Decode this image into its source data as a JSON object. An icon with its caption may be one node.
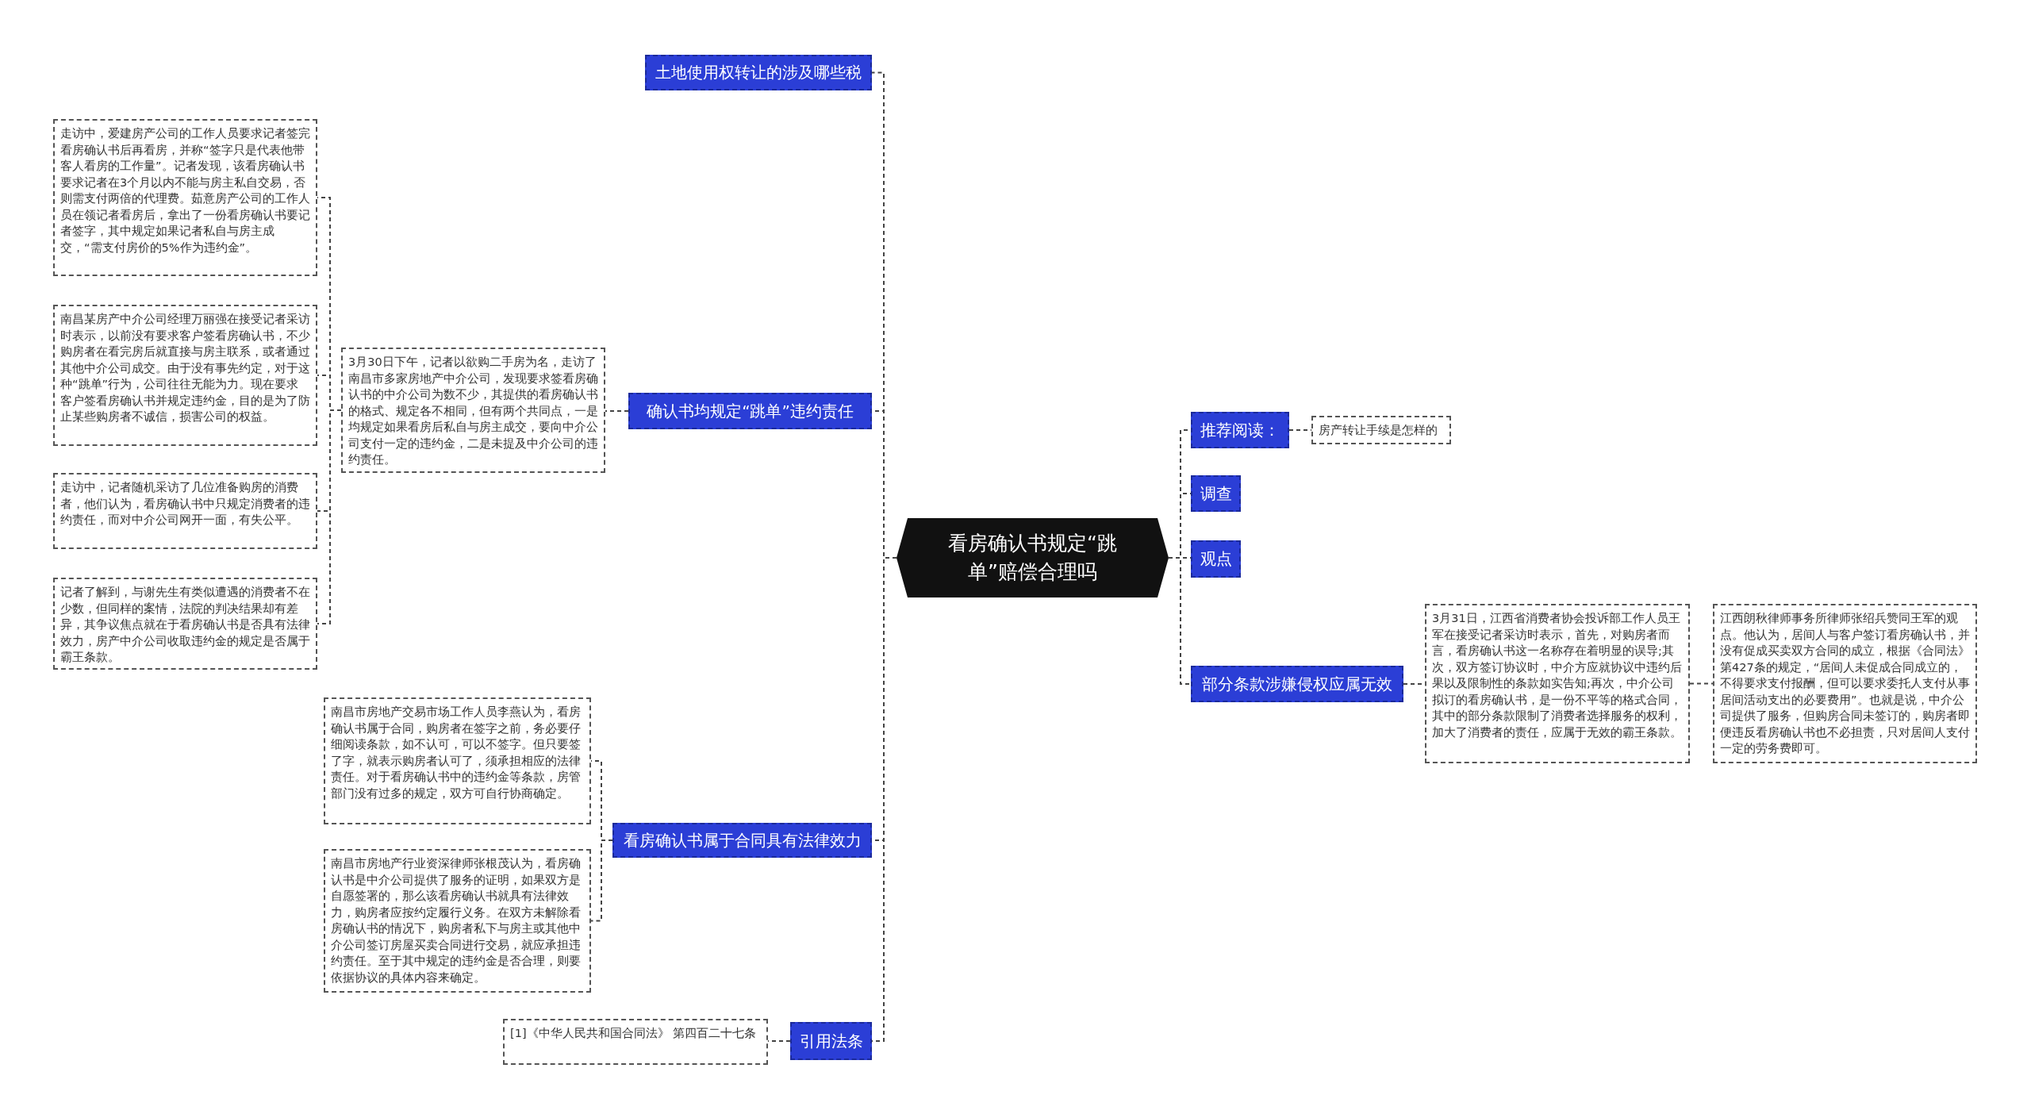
{
  "diagram": {
    "nodes": [
      {
        "text": [
          "看房确认书规定“跳单”赔偿合理吗"
        ]
      },
      {
        "text": [
          "土地使用权转让的涉及哪些税"
        ]
      },
      {
        "text": [
          "确认书均规定“跳单”违约责任"
        ]
      },
      {
        "text": [
          "3月30日下午，记者以欲购二手房为名，走访了南昌市多家房地产中介公司，发现要求签看房确认书的中介公司为数不少，其提供的看房确认书的格式、规定各不相同，但有两个共同点，一是均规定如果看房后私自与房主成交，要向中介公司支付一定的违约金，二是未提及中介公司的违约责任。"
        ]
      },
      {
        "text": [
          "走访中，爱建房产公司的工作人员要求记者签完看房确认书后再看房，并称“签字只是代表他带客人看房的工作量”。记者发现，该看房确认书要求记者在3个月以内不能与房主私自交易，否则需支付两倍的代理费。茹意房产公司的工作人员在领记者看房后，拿出了一份看房确认书要记者签字，其中规定如果记者私自与房主成交，“需支付房价的5%作为违约金”。"
        ]
      },
      {
        "text": [
          "南昌某房产中介公司经理万丽强在接受记者采访时表示，以前没有要求客户签看房确认书，不少购房者在看完房后就直接与房主联系，或者通过其他中介公司成交。由于没有事先约定，对于这种“跳单”行为，公司往往无能为力。现在要求客户签看房确认书并规定违约金，目的是为了防止某些购房者不诚信，损害公司的权益。"
        ]
      },
      {
        "text": [
          "走访中，记者随机采访了几位准备购房的消费者，他们认为，看房确认书中只规定消费者的违约责任，而对中介公司网开一面，有失公平。"
        ]
      },
      {
        "text": [
          "记者了解到，与谢先生有类似遭遇的消费者不在少数，但同样的案情，法院的判决结果却有差异，其争议焦点就在于看房确认书是否具有法律效力，房产中介公司收取违约金的规定是否属于霸王条款。"
        ]
      },
      {
        "text": [
          "看房确认书属于合同具有法律效力"
        ]
      },
      {
        "text": [
          "南昌市房地产交易市场工作人员李燕认为，看房确认书属于合同，购房者在签字之前，务必要仔细阅读条款，如不认可，可以不签字。但只要签了字，就表示购房者认可了，须承担相应的法律责任。对于看房确认书中的违约金等条款，房管部门没有过多的规定，双方可自行协商确定。"
        ]
      },
      {
        "text": [
          "南昌市房地产行业资深律师张根茂认为，看房确认书是中介公司提供了服务的证明，如果双方是自愿签署的，那么该看房确认书就具有法律效力，购房者应按约定履行义务。在双方未解除看房确认书的情况下，购房者私下与房主或其他中介公司签订房屋买卖合同进行交易，就应承担违约责任。至于其中规定的违约金是否合理，则要依据协议的具体内容来确定。"
        ]
      },
      {
        "text": [
          "引用法条"
        ]
      },
      {
        "text": [
          "[1]《中华人民共和国合同法》 第四百二十七条"
        ]
      },
      {
        "text": [
          "推荐阅读："
        ]
      },
      {
        "text": [
          "房产转让手续是怎样的"
        ]
      },
      {
        "text": [
          "调查"
        ]
      },
      {
        "text": [
          "观点"
        ]
      },
      {
        "text": [
          "部分条款涉嫌侵权应属无效"
        ]
      },
      {
        "text": [
          "3月31日，江西省消费者协会投诉部工作人员王军在接受记者采访时表示，首先，对购房者而言，看房确认书这一名称存在着明显的误导;其次，双方签订协议时，中介方应就协议中违约后果以及限制性的条款如实告知;再次，中介公司拟订的看房确认书，是一份不平等的格式合同，其中的部分条款限制了消费者选择服务的权利，加大了消费者的责任，应属于无效的霸王条款。"
        ]
      },
      {
        "text": [
          "江西朗秋律师事务所律师张绍兵赞同王军的观点。他认为，居间人与客户签订看房确认书，并没有促成买卖双方合同的成立，根据《合同法》第427条的规定，“居间人未促成合同成立的，不得要求支付报酬，但可以要求委托人支付从事居间活动支出的必要费用”。也就是说，中介公司提供了服务，但购房合同未签订的，购房者即便违反看房确认书也不必担责，只对居间人支付一定的劳务费即可。"
        ]
      }
    ],
    "edges": [
      {
        "from": 0,
        "to": 1,
        "arrow": "none"
      },
      {
        "from": 0,
        "to": 2,
        "arrow": "none"
      },
      {
        "from": 2,
        "to": 3,
        "arrow": "none"
      },
      {
        "from": 3,
        "to": 4,
        "arrow": "none"
      },
      {
        "from": 3,
        "to": 5,
        "arrow": "none"
      },
      {
        "from": 3,
        "to": 6,
        "arrow": "none"
      },
      {
        "from": 3,
        "to": 7,
        "arrow": "none"
      },
      {
        "from": 0,
        "to": 8,
        "arrow": "none"
      },
      {
        "from": 8,
        "to": 9,
        "arrow": "none"
      },
      {
        "from": 8,
        "to": 10,
        "arrow": "none"
      },
      {
        "from": 0,
        "to": 11,
        "arrow": "none"
      },
      {
        "from": 11,
        "to": 12,
        "arrow": "none"
      },
      {
        "from": 0,
        "to": 13,
        "arrow": "none"
      },
      {
        "from": 13,
        "to": 14,
        "arrow": "none"
      },
      {
        "from": 0,
        "to": 15,
        "arrow": "none"
      },
      {
        "from": 0,
        "to": 16,
        "arrow": "none"
      },
      {
        "from": 0,
        "to": 17,
        "arrow": "none"
      },
      {
        "from": 17,
        "to": 18,
        "arrow": "none"
      },
      {
        "from": 18,
        "to": 19,
        "arrow": "none"
      }
    ]
  }
}
